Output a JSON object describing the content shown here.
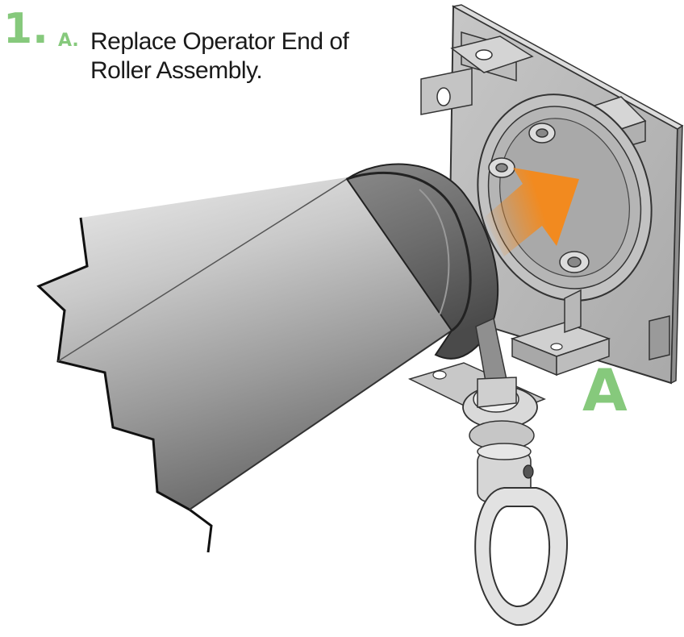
{
  "step": {
    "number": "1.",
    "letter": "A.",
    "instruction": "Replace Operator End of Roller Assembly."
  },
  "callout": {
    "label": "A"
  },
  "colors": {
    "accent_green": "#86c97c",
    "arrow_orange": "#f28a1f",
    "text_dark": "#1a1a1a"
  },
  "icons": [
    "bracket-plate",
    "roller-tube",
    "motion-arrow",
    "eye-hook",
    "coupling"
  ]
}
